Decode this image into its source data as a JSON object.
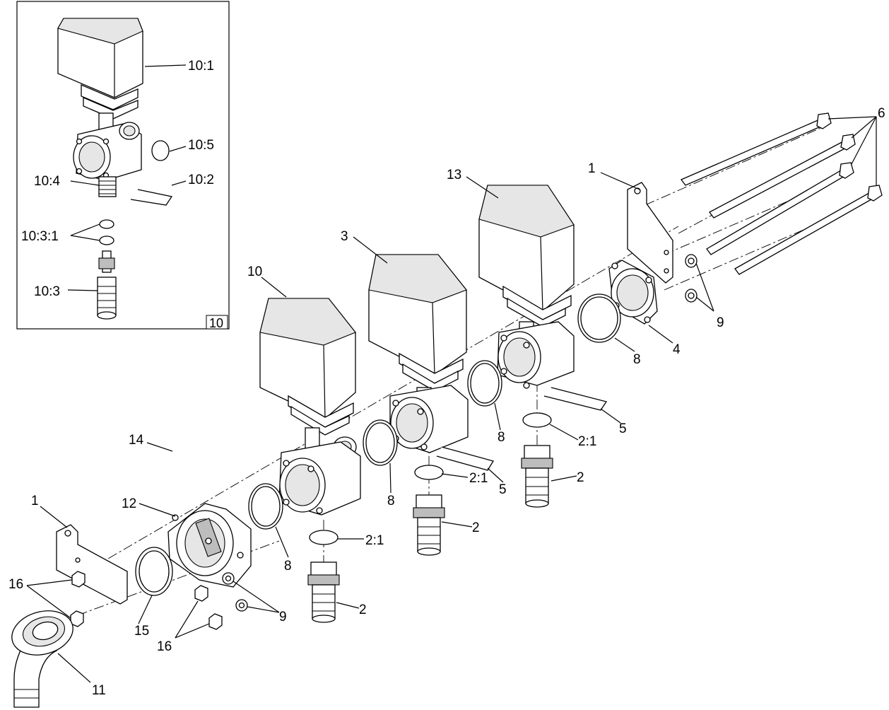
{
  "diagram": {
    "inset": {
      "box_label": "10",
      "callouts": [
        "10:1",
        "10:5",
        "10:2",
        "10:4",
        "10:3:1",
        "10:3"
      ]
    },
    "callouts": {
      "c6": "6",
      "c1_top": "1",
      "c13": "13",
      "c3": "3",
      "c10": "10",
      "c9_right": "9",
      "c4": "4",
      "c8_a": "8",
      "c8_b": "8",
      "c8_c": "8",
      "c8_d": "8",
      "c5_a": "5",
      "c5_b": "5",
      "c2_1_a": "2:1",
      "c2_1_b": "2:1",
      "c2_1_c": "2:1",
      "c2_a": "2",
      "c2_b": "2",
      "c2_c": "2",
      "c14": "14",
      "c12": "12",
      "c1_left": "1",
      "c16_a": "16",
      "c16_b": "16",
      "c15": "15",
      "c9_left": "9",
      "c11": "11"
    }
  }
}
